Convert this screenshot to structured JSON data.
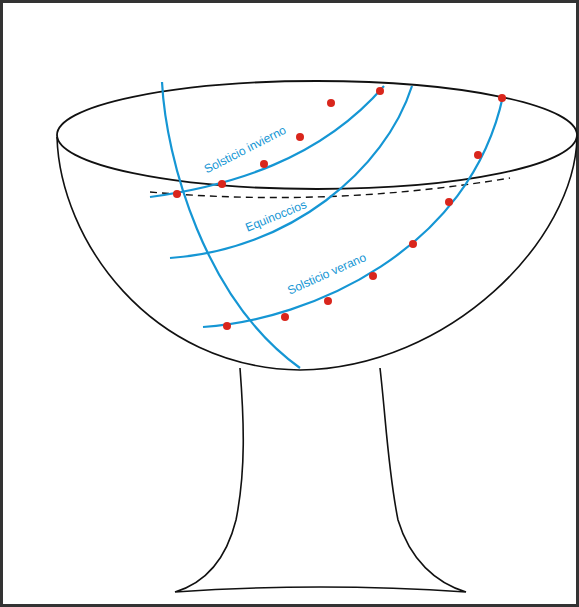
{
  "diagram": {
    "labels": [
      "Solsticio invierno",
      "Equinoccios",
      "Solsticio verano"
    ]
  }
}
